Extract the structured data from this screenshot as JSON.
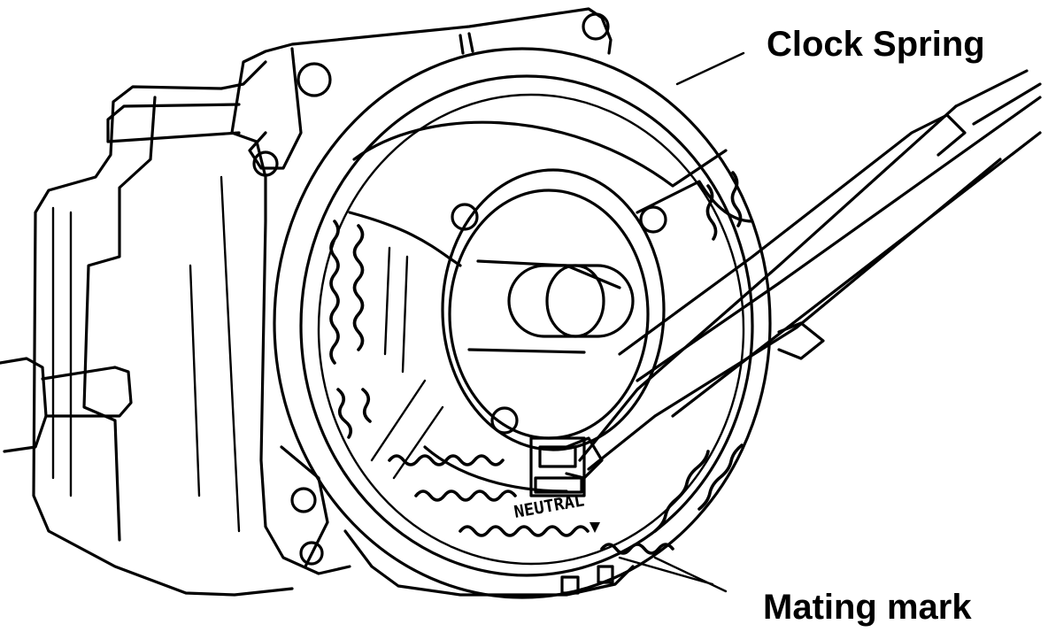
{
  "labels": {
    "clock_spring": "Clock Spring",
    "mating_mark": "Mating mark",
    "neutral": "NEUTRAL"
  }
}
